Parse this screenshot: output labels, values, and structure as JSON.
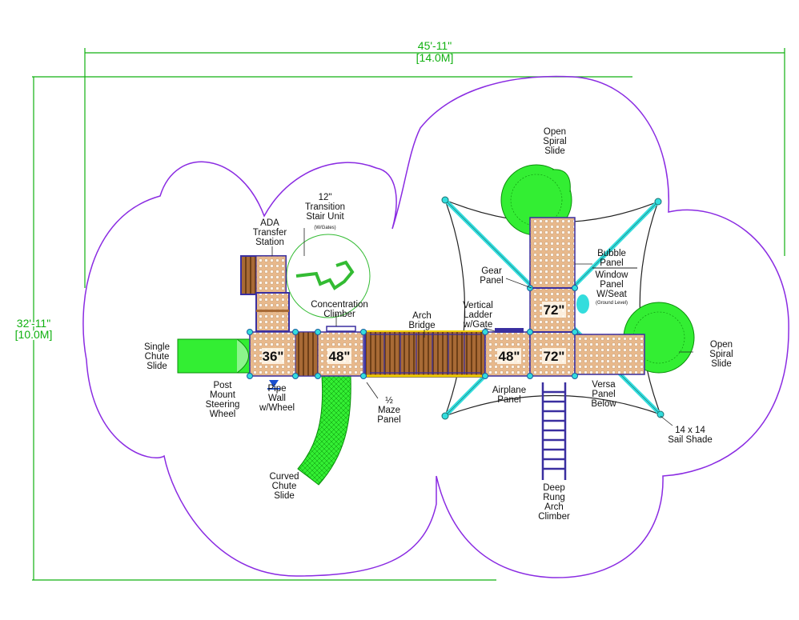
{
  "dimensions": {
    "width_ft": "45'-11\"",
    "width_m": "[14.0M]",
    "height_ft": "32'-11\"",
    "height_m": "[10.0M]"
  },
  "decks": {
    "d36": "36\"",
    "d48_left": "48\"",
    "d48_right": "48\"",
    "d72_top": "72\"",
    "d72_right": "72\""
  },
  "labels": {
    "stair": [
      "12\"",
      "Transition",
      "Stair Unit"
    ],
    "stair_note": "(W/Gates)",
    "ada": [
      "ADA",
      "Transfer",
      "Station"
    ],
    "concentration": [
      "Concentration",
      "Climber"
    ],
    "arch_bridge": [
      "Arch",
      "Bridge"
    ],
    "vertical_ladder": [
      "Vertical",
      "Ladder",
      "w/Gate"
    ],
    "gear_panel": [
      "Gear",
      "Panel"
    ],
    "bubble_panel": [
      "Bubble",
      "Panel"
    ],
    "window_panel": [
      "Window",
      "Panel",
      "W/Seat"
    ],
    "window_note": "(Ground Level)",
    "spiral_top": [
      "Open",
      "Spiral",
      "Slide"
    ],
    "spiral_right": [
      "Open",
      "Spiral",
      "Slide"
    ],
    "single_chute": [
      "Single",
      "Chute",
      "Slide"
    ],
    "steering": [
      "Post",
      "Mount",
      "Steering",
      "Wheel"
    ],
    "pipe_wall": [
      "Pipe",
      "Wall",
      "w/Wheel"
    ],
    "maze": [
      "½",
      "Maze",
      "Panel"
    ],
    "airplane": [
      "Airplane",
      "Panel"
    ],
    "versa": [
      "Versa",
      "Panel",
      "Below"
    ],
    "sail": [
      "14 x 14",
      "Sail Shade"
    ],
    "curved_chute": [
      "Curved",
      "Chute",
      "Slide"
    ],
    "deep_rung": [
      "Deep",
      "Rung",
      "Arch",
      "Climber"
    ]
  },
  "colors": {
    "boundary": "#8a2be2",
    "dimension": "#10b010",
    "slide": "#33ee33",
    "deck": "#e8b98c",
    "frame": "#3a2fa0",
    "sail": "#33dddd",
    "bridge": "#8b5a2b"
  }
}
